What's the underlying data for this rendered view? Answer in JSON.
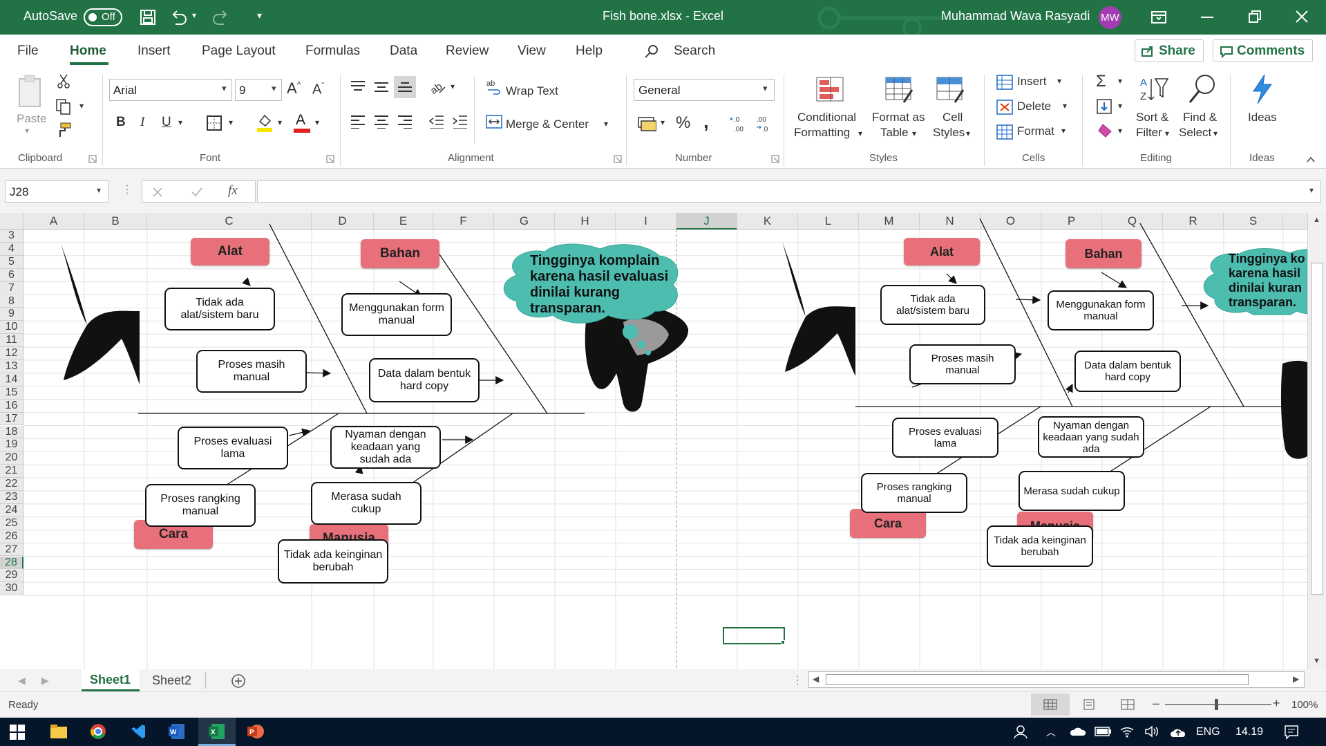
{
  "titlebar": {
    "autosave_label": "AutoSave",
    "autosave_state": "Off",
    "file_title": "Fish bone.xlsx  -  Excel",
    "user_name": "Muhammad Wava Rasyadi",
    "user_initials": "MW",
    "accent": "#217346"
  },
  "tabs": {
    "items": [
      "File",
      "Home",
      "Insert",
      "Page Layout",
      "Formulas",
      "Data",
      "Review",
      "View",
      "Help"
    ],
    "search": "Search",
    "share": "Share",
    "comments": "Comments"
  },
  "ribbon": {
    "clipboard": {
      "paste": "Paste",
      "label": "Clipboard"
    },
    "font": {
      "name": "Arial",
      "size": "9",
      "label": "Font"
    },
    "alignment": {
      "wrap": "Wrap Text",
      "merge": "Merge & Center",
      "label": "Alignment"
    },
    "number": {
      "format": "General",
      "label": "Number"
    },
    "styles": {
      "cond1": "Conditional",
      "cond2": "Formatting",
      "fmt1": "Format as",
      "fmt2": "Table",
      "cell1": "Cell",
      "cell2": "Styles",
      "label": "Styles"
    },
    "cells": {
      "insert": "Insert",
      "delete": "Delete",
      "format": "Format",
      "label": "Cells"
    },
    "editing": {
      "sort1": "Sort &",
      "sort2": "Filter",
      "find1": "Find &",
      "find2": "Select",
      "label": "Editing"
    },
    "ideas": {
      "btn": "Ideas",
      "label": "Ideas"
    }
  },
  "formulabar": {
    "namebox": "J28",
    "fx": "fx",
    "value": ""
  },
  "columns": [
    "A",
    "B",
    "C",
    "D",
    "E",
    "F",
    "G",
    "H",
    "I",
    "J",
    "K",
    "L",
    "M",
    "N",
    "O",
    "P",
    "Q",
    "R",
    "S"
  ],
  "rows": [
    "3",
    "4",
    "5",
    "6",
    "7",
    "8",
    "9",
    "10",
    "11",
    "12",
    "13",
    "14",
    "15",
    "16",
    "17",
    "18",
    "19",
    "20",
    "21",
    "22",
    "23",
    "24",
    "25",
    "26",
    "27",
    "28",
    "29",
    "30"
  ],
  "diagram_left": {
    "categories": {
      "alat": "Alat",
      "bahan": "Bahan",
      "cara": "Cara",
      "manusia": "Manusia"
    },
    "boxes": {
      "b1": "Tidak ada alat/sistem baru",
      "b2": "Proses masih manual",
      "b3": "Menggunakan form manual",
      "b4": "Data dalam bentuk hard copy",
      "b5": "Proses evaluasi lama",
      "b6": "Proses rangking manual",
      "b7": "Nyaman dengan keadaan yang sudah ada",
      "b8": "Merasa sudah cukup",
      "b9": "Tidak ada keinginan berubah"
    },
    "bubble": "Tingginya komplain karena hasil evaluasi dinilai kurang transparan."
  },
  "diagram_right": {
    "categories": {
      "alat": "Alat",
      "bahan": "Bahan",
      "cara": "Cara",
      "manusia": "Manusia"
    },
    "boxes": {
      "b1": "Tidak ada alat/sistem  baru",
      "b2": "Proses masih manual",
      "b3": "Menggunakan form manual",
      "b4": "Data dalam bentuk  hard copy",
      "b5": "Proses evaluasi lama",
      "b6": "Proses rangking manual",
      "b7": "Nyaman dengan keadaan yang sudah ada",
      "b8": "Merasa sudah cukup",
      "b9": "Tidak ada keinginan berubah"
    },
    "bubble": "Tingginya ko karena hasil dinilai kuran transparan."
  },
  "sheets": {
    "tab1": "Sheet1",
    "tab2": "Sheet2"
  },
  "status": {
    "ready": "Ready",
    "zoom": "100%"
  },
  "taskbar": {
    "lang": "ENG",
    "time": "14.19"
  }
}
